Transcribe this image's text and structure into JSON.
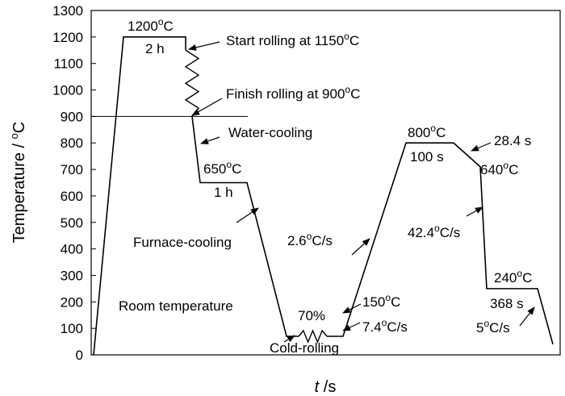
{
  "figure": {
    "ylabel": {
      "main": "Temperature / ",
      "sup": "o",
      "unit": "C"
    },
    "xlabel": {
      "italic": "t",
      "rest": " /s"
    },
    "y_ticks": [
      "0",
      "100",
      "200",
      "300",
      "400",
      "500",
      "600",
      "700",
      "800",
      "900",
      "1000",
      "1100",
      "1200",
      "1300"
    ],
    "y_range": [
      0,
      1300
    ],
    "profile_points": [
      {
        "step": 0,
        "T": 0
      },
      {
        "step": 1,
        "T": 1200
      },
      {
        "step": 2,
        "T": 1200
      },
      {
        "step": 3,
        "T": 1150
      },
      {
        "step": 4,
        "T": 900
      },
      {
        "step": 5,
        "T": 650
      },
      {
        "step": 6,
        "T": 650
      },
      {
        "step": 7,
        "T": 70
      },
      {
        "step": 8,
        "T": 70
      },
      {
        "step": 9,
        "T": 70
      },
      {
        "step": 10,
        "T": 70
      },
      {
        "step": 11,
        "T": 800
      },
      {
        "step": 12,
        "T": 800
      },
      {
        "step": 13,
        "T": 710
      },
      {
        "step": 14,
        "T": 250
      },
      {
        "step": 15,
        "T": 250
      },
      {
        "step": 16,
        "T": 40
      }
    ],
    "reference_line_T": 900,
    "annotations": {
      "t1200": {
        "num": "1200",
        "sup": "o",
        "unit": "C"
      },
      "hold1": "2 h",
      "start_rolling": {
        "text": "Start rolling at 1150",
        "sup": "o",
        "unit": "C"
      },
      "finish_rolling": {
        "text": "Finish rolling at 900",
        "sup": "o",
        "unit": "C"
      },
      "water_cooling": "Water-cooling",
      "t650": {
        "num": "650",
        "sup": "o",
        "unit": "C"
      },
      "hold2": "1 h",
      "furnace_cooling": "Furnace-cooling",
      "room_temp": "Room temperature",
      "reduction": "70%",
      "cold_rolling": "Cold-rolling",
      "rate_74": {
        "num": "7.4",
        "sup": "o",
        "unit": "C/s"
      },
      "t150": {
        "num": "150",
        "sup": "o",
        "unit": "C"
      },
      "rate_26": {
        "num": "2.6",
        "sup": "o",
        "unit": "C/s"
      },
      "t800": {
        "num": "800",
        "sup": "o",
        "unit": "C"
      },
      "hold3": "100 s",
      "hold4": "28.4 s",
      "t640": {
        "num": "640",
        "sup": "o",
        "unit": "C"
      },
      "rate_424": {
        "num": "42.4",
        "sup": "o",
        "unit": "C/s"
      },
      "t240": {
        "num": "240",
        "sup": "o",
        "unit": "C"
      },
      "hold5": "368 s",
      "rate_5": {
        "num": "5",
        "sup": "o",
        "unit": "C/s"
      }
    }
  }
}
